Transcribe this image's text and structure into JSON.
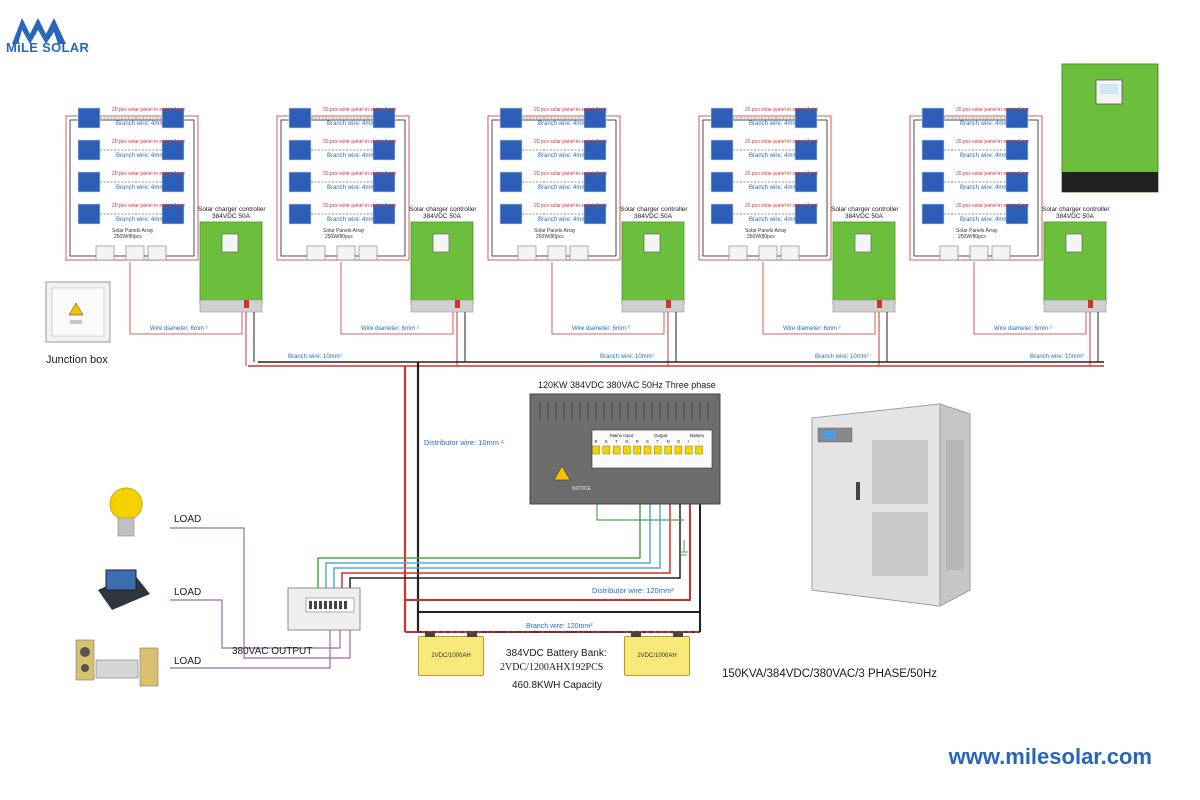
{
  "brand": {
    "name": "MiLE SOLAR",
    "website": "www.milesolar.com",
    "accent": "#2a66b8"
  },
  "junction_box": {
    "label": "Junction box"
  },
  "strings": {
    "description": "20 pcs solar panel in series 1 set",
    "branch": "Branch wire: 4mm²"
  },
  "arrays": [
    {
      "array_label": "Solar Panels Array",
      "array_sub": "250W/80pcs",
      "controller_title": "Solar charger controller",
      "controller_spec": "384VDC 50A",
      "wire_diameter": "Wire diameter: 6mm ²"
    },
    {
      "array_label": "Solar Panels Array",
      "array_sub": "250W/80pcs",
      "controller_title": "Solar charger controller",
      "controller_spec": "384VDC 50A",
      "wire_diameter": "Wire diameter: 6mm ²"
    },
    {
      "array_label": "Solar Panels Array",
      "array_sub": "250W/80pcs",
      "controller_title": "Solar charger controller",
      "controller_spec": "384VDC 50A",
      "wire_diameter": "Wire diameter: 6mm ²"
    },
    {
      "array_label": "Solar Panels Array",
      "array_sub": "250W/80pcs",
      "controller_title": "Solar charger controller",
      "controller_spec": "384VDC 50A",
      "wire_diameter": "Wire diameter: 6mm ²"
    },
    {
      "array_label": "Solar Panels Array",
      "array_sub": "250W/80pcs",
      "controller_title": "Solar charger controller",
      "controller_spec": "384VDC 50A",
      "wire_diameter": "Wire diameter: 6mm ²"
    }
  ],
  "bus": {
    "branch_wire": "Branch wire: 10mm²"
  },
  "inverter": {
    "title": "120KW 384VDC 380VAC 50Hz Three phase",
    "mains_input": "Mains Input",
    "output": "Output",
    "battery": "Battery",
    "notice": "NOTICE",
    "terminals": [
      "R",
      "S",
      "T",
      "N",
      "R",
      "S",
      "T",
      "N",
      "G",
      "+",
      "-"
    ],
    "spec": "150KVA/384VDC/380VAC/3 PHASE/50Hz"
  },
  "distributor_wire_1": "Distributor wire: 10mm ²",
  "distributor_wire_2": "Distributor wire: 120mm²",
  "battery_branch": "Branch wire: 120mm²",
  "battery_bank": {
    "cell_label": "2VDC/1000AH",
    "title": "384VDC Battery Bank:",
    "config": "2VDC/1200AHX192PCS",
    "capacity": "460.8KWH Capacity"
  },
  "loads": [
    {
      "label": "LOAD",
      "icon": "light-bulb-icon"
    },
    {
      "label": "LOAD",
      "icon": "computer-icon"
    },
    {
      "label": "LOAD",
      "icon": "stereo-icon"
    }
  ],
  "output_label": "380VAC OUTPUT",
  "colors": {
    "panel": "#2e5fb8",
    "controller": "#6cbf3c",
    "wire_red": "#d0322d",
    "wire_black": "#222222",
    "wire_blue": "#5aa7d8",
    "wire_green": "#4aa84a",
    "wire_purple": "#9b6ab2",
    "battery": "#f8e97a"
  }
}
